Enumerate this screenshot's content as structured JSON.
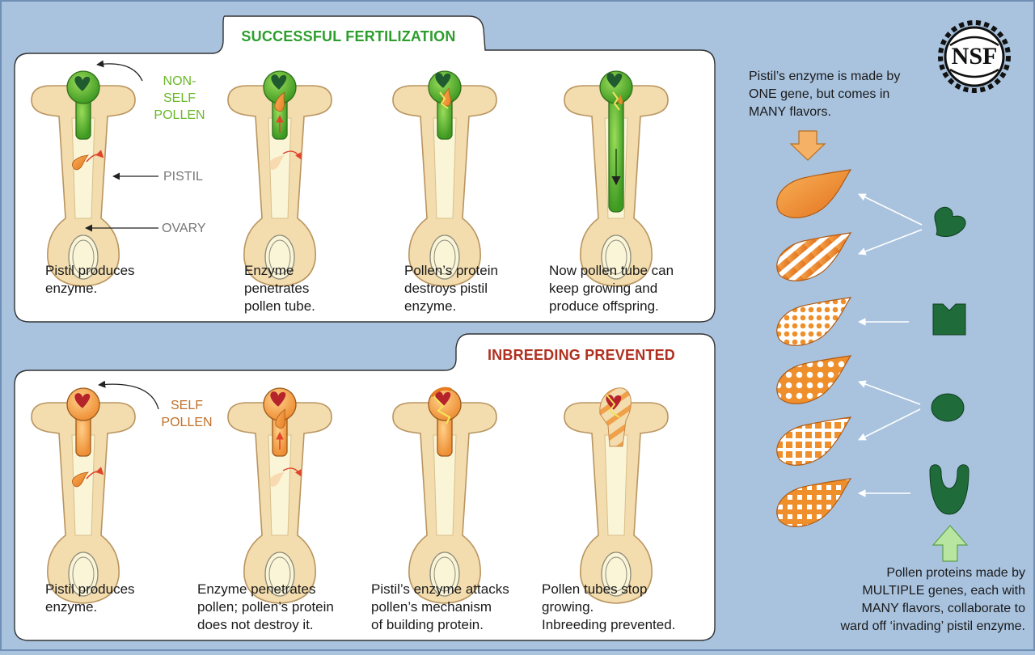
{
  "logo": {
    "text": "NSF"
  },
  "top_panel": {
    "title": "SUCCESSFUL FERTILIZATION",
    "title_color": "#2d9e2d",
    "pollen_label": "NON-SELF\nPOLLEN",
    "pollen_label_color": "#6bb82a",
    "pistil_label": "PISTIL",
    "ovary_label": "OVARY",
    "steps": [
      {
        "caption": "Pistil produces\nenzyme."
      },
      {
        "caption": "Enzyme\npenetrates\npollen tube."
      },
      {
        "caption": "Pollen’s protein\ndestroys pistil\nenzyme."
      },
      {
        "caption": "Now pollen tube can\nkeep growing and\nproduce offspring."
      }
    ]
  },
  "bottom_panel": {
    "title": "INBREEDING PREVENTED",
    "title_color": "#b03020",
    "pollen_label": "SELF\nPOLLEN",
    "pollen_label_color": "#c0702a",
    "steps": [
      {
        "caption": "Pistil produces\nenzyme."
      },
      {
        "caption": "Enzyme penetrates\npollen; pollen’s protein\ndoes not destroy it."
      },
      {
        "caption": "Pistil’s enzyme attacks\npollen’s mechanism\nof building protein."
      },
      {
        "caption": "Pollen tubes stop\ngrowing.\nInbreeding prevented."
      }
    ]
  },
  "side_panel": {
    "top_text": "Pistil’s enzyme is made by\nONE gene, but comes in\nMANY flavors.",
    "bottom_text": "Pollen proteins made by\nMULTIPLE genes, each with\nMANY flavors, collaborate to\nward off ‘invading’ pistil enzyme."
  },
  "colors": {
    "background": "#a9c3df",
    "panel": "#ffffff",
    "pistil_fill": "#f3dcae",
    "pistil_inner": "#fbf5d8",
    "green_pollen": "#5cb02e",
    "orange_pollen": "#f3a24a",
    "enzyme": "#ef8a22",
    "protein": "#1f6b3a"
  }
}
